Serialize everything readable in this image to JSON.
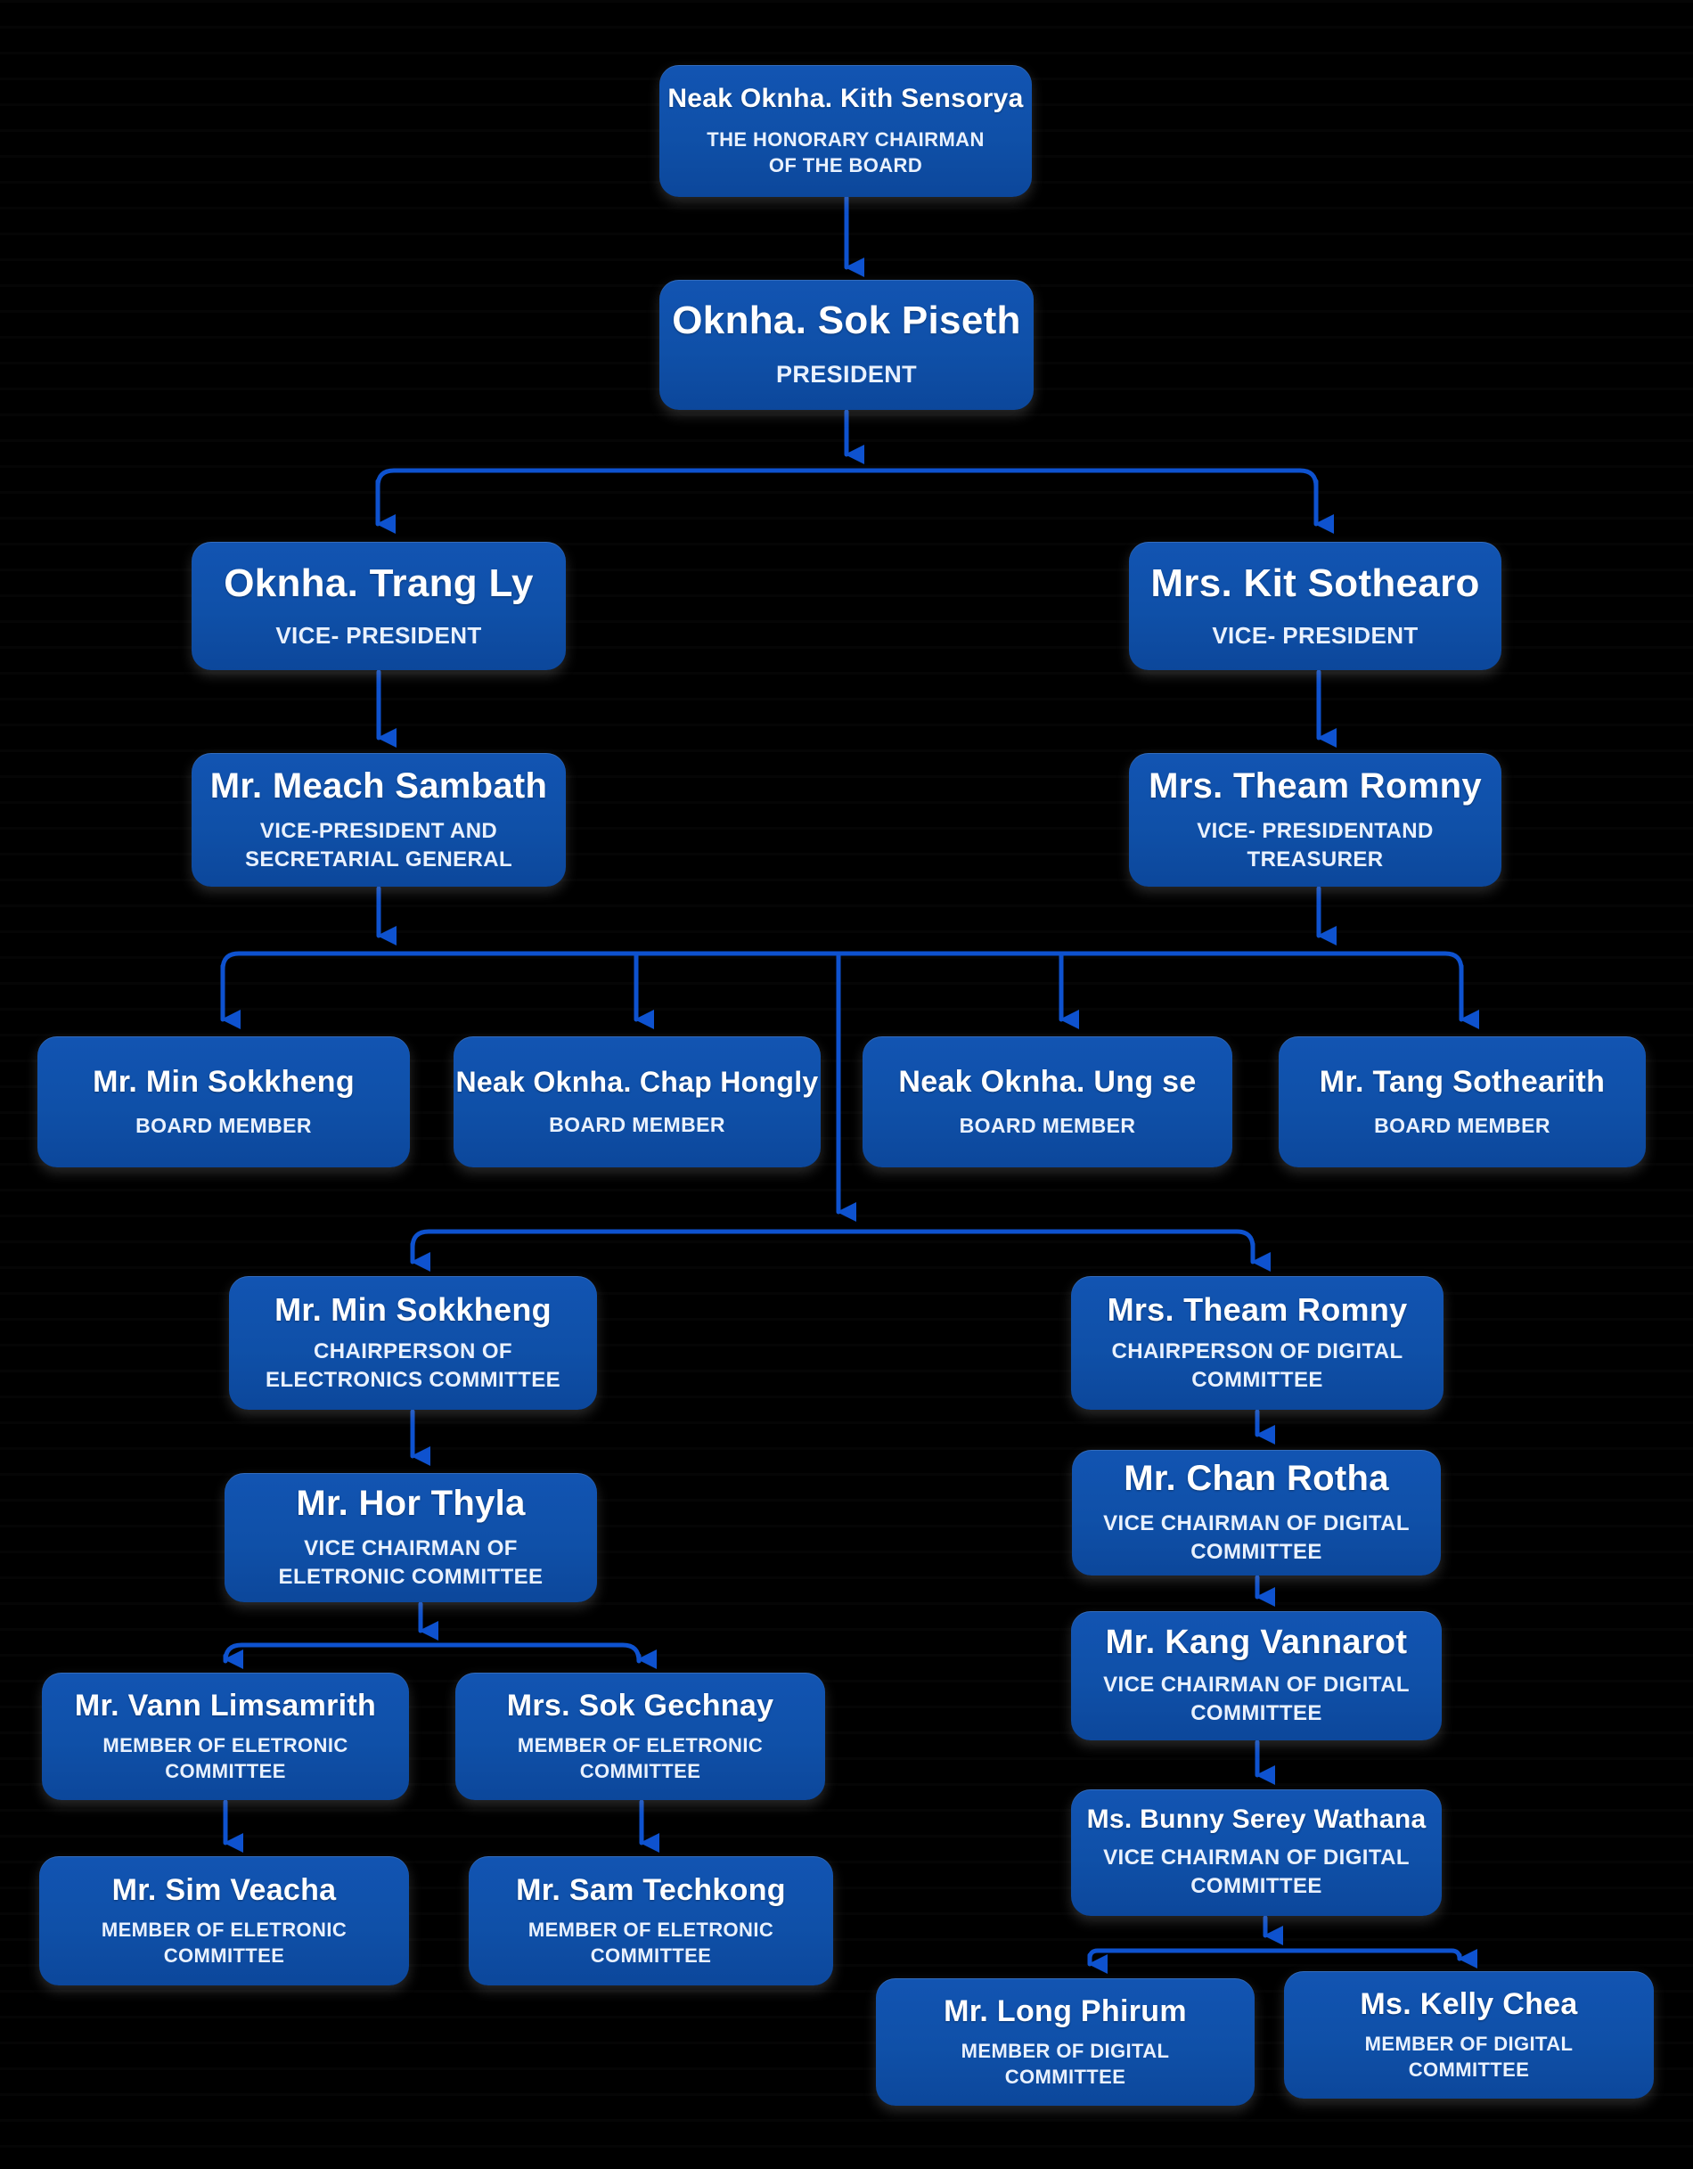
{
  "chart": {
    "background": "#000000",
    "box_fill": "#0F50A8",
    "line_color": "#0E52CF",
    "text_color": "#FFFFFF"
  },
  "nodes": {
    "honorary": {
      "name": "Neak Oknha. Kith Sensorya",
      "title": "THE HONORARY CHAIRMAN OF THE BOARD"
    },
    "president": {
      "name": "Oknha. Sok Piseth",
      "title": "PRESIDENT"
    },
    "vp_left": {
      "name": "Oknha. Trang Ly",
      "title": "VICE- PRESIDENT"
    },
    "vp_right": {
      "name": "Mrs. Kit Sothearo",
      "title": "VICE- PRESIDENT"
    },
    "vp_sg": {
      "name": "Mr. Meach Sambath",
      "title": "VICE-PRESIDENT AND SECRETARIAL GENERAL"
    },
    "vp_treasurer": {
      "name": "Mrs. Theam Romny",
      "title": "VICE- PRESIDENTAND TREASURER"
    },
    "board1": {
      "name": "Mr. Min Sokkheng",
      "title": "BOARD MEMBER"
    },
    "board2": {
      "name": "Neak Oknha. Chap Hongly",
      "title": "BOARD MEMBER"
    },
    "board3": {
      "name": "Neak Oknha. Ung se",
      "title": "BOARD MEMBER"
    },
    "board4": {
      "name": "Mr. Tang Sothearith",
      "title": "BOARD MEMBER"
    },
    "elec_chair": {
      "name": "Mr. Min Sokkheng",
      "title": "CHAIRPERSON OF ELECTRONICS COMMITTEE"
    },
    "elec_vice": {
      "name": "Mr. Hor Thyla",
      "title": "VICE CHAIRMAN OF ELETRONIC COMMITTEE"
    },
    "elec_m1": {
      "name": "Mr. Vann Limsamrith",
      "title": "MEMBER OF ELETRONIC COMMITTEE"
    },
    "elec_m2": {
      "name": "Mrs. Sok Gechnay",
      "title": "MEMBER OF ELETRONIC COMMITTEE"
    },
    "elec_m3": {
      "name": "Mr. Sim Veacha",
      "title": "MEMBER OF ELETRONIC COMMITTEE"
    },
    "elec_m4": {
      "name": "Mr. Sam Techkong",
      "title": "MEMBER OF ELETRONIC COMMITTEE"
    },
    "dig_chair": {
      "name": "Mrs. Theam Romny",
      "title": "CHAIRPERSON OF DIGITAL COMMITTEE"
    },
    "dig_vice1": {
      "name": "Mr. Chan Rotha",
      "title": "VICE CHAIRMAN OF DIGITAL COMMITTEE"
    },
    "dig_vice2": {
      "name": "Mr. Kang Vannarot",
      "title": "VICE CHAIRMAN OF DIGITAL COMMITTEE"
    },
    "dig_vice3": {
      "name": "Ms. Bunny Serey Wathana",
      "title": "VICE CHAIRMAN OF DIGITAL COMMITTEE"
    },
    "dig_m1": {
      "name": "Mr. Long Phirum",
      "title": "MEMBER OF DIGITAL COMMITTEE"
    },
    "dig_m2": {
      "name": "Ms. Kelly Chea",
      "title": "MEMBER OF DIGITAL COMMITTEE"
    }
  }
}
